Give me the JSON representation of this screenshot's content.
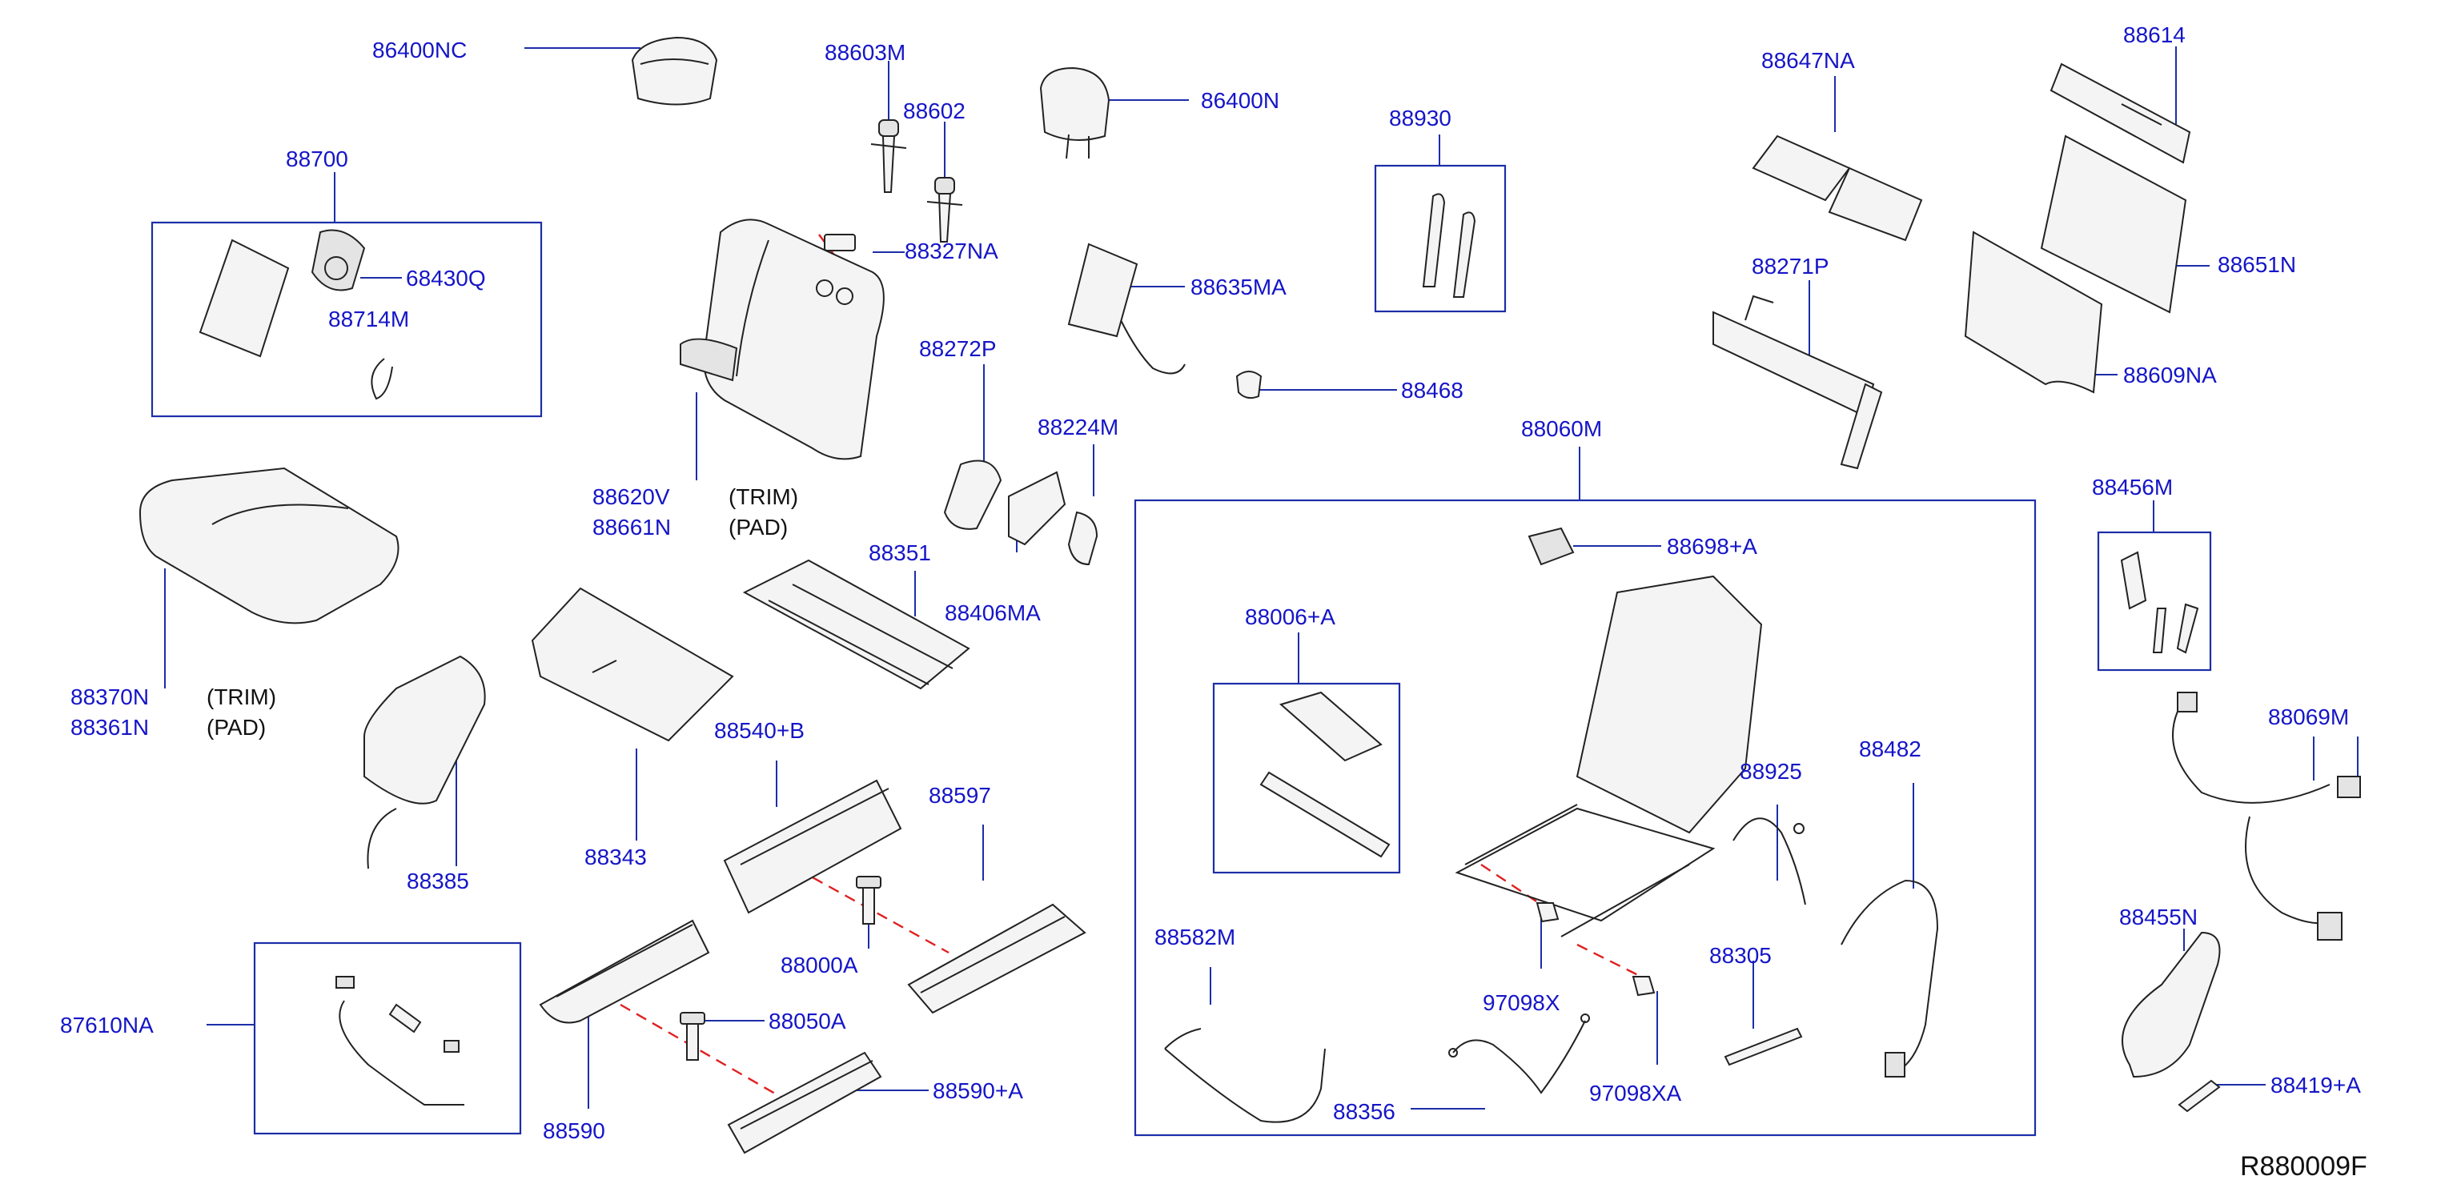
{
  "labels": {
    "l86400NC": "86400NC",
    "l88603M": "88603M",
    "l88602": "88602",
    "l86400N": "86400N",
    "l88930": "88930",
    "l88647NA": "88647NA",
    "l88614": "88614",
    "l88700": "88700",
    "l68430Q": "68430Q",
    "l88714M": "88714M",
    "l88327NA": "88327NA",
    "l88635MA": "88635MA",
    "l88271P": "88271P",
    "l88651N": "88651N",
    "l88609NA": "88609NA",
    "l88468": "88468",
    "l88272P": "88272P",
    "l88224M": "88224M",
    "l88060M": "88060M",
    "l88620V": "88620V",
    "l88661N": "88661N",
    "l88351": "88351",
    "l88406MA": "88406MA",
    "l88698A": "88698+A",
    "l88456M": "88456M",
    "l88370N": "88370N",
    "l88361N": "88361N",
    "l88006A": "88006+A",
    "l88540B": "88540+B",
    "l88597": "88597",
    "l88925": "88925",
    "l88482": "88482",
    "l88069M": "88069M",
    "l88385": "88385",
    "l88343": "88343",
    "l88000A": "88000A",
    "l88582M": "88582M",
    "l97098X": "97098X",
    "l88305": "88305",
    "l88455N": "88455N",
    "l87610NA": "87610NA",
    "l88050A": "88050A",
    "l88590A": "88590+A",
    "l88356": "88356",
    "l97098XA": "97098XA",
    "l88419A": "88419+A",
    "l88590": "88590"
  },
  "notes": {
    "trim1": "(TRIM)",
    "pad1": "(PAD)",
    "trim2": "(TRIM)",
    "pad2": "(PAD)"
  },
  "diagram_code": "R880009F",
  "colors": {
    "label": "#1515c8",
    "leader": "#1c2ea8",
    "fastener_path": "#e02020",
    "part_outline": "#222222"
  }
}
